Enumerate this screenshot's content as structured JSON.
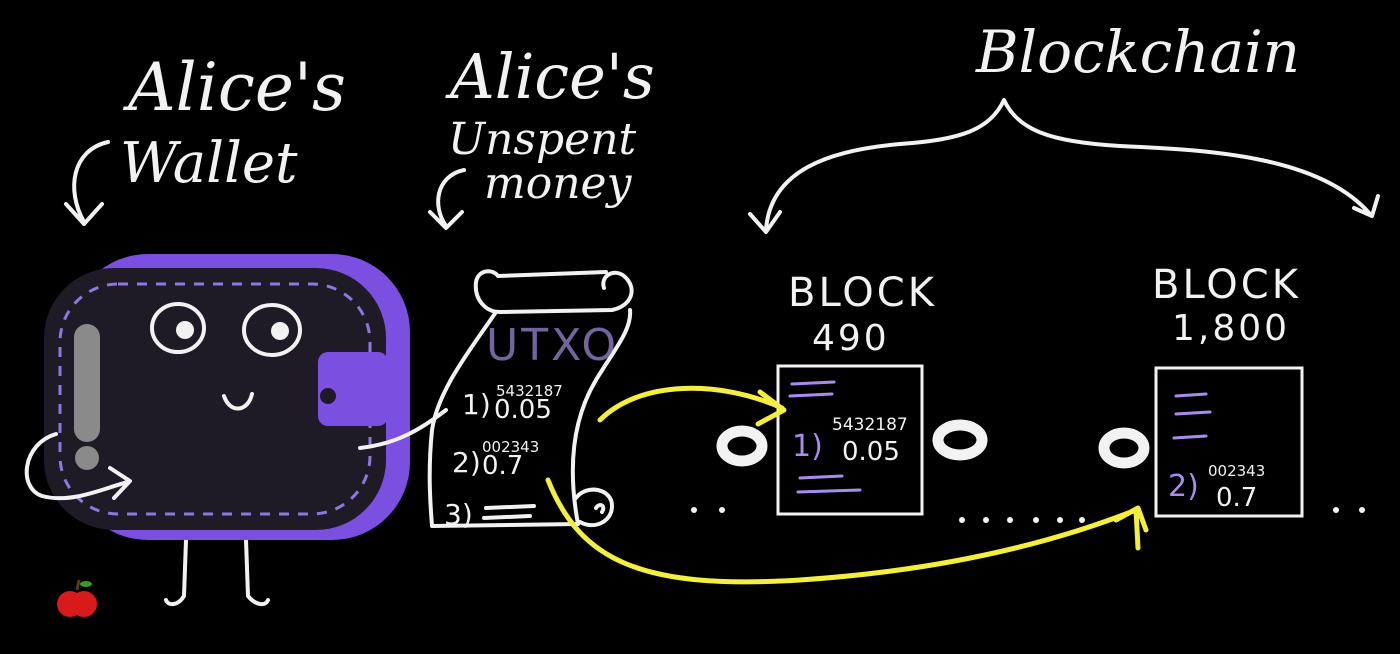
{
  "labels": {
    "wallet_line1": "Alice's",
    "wallet_line2": "Wallet",
    "unspent_line1": "Alice's",
    "unspent_line2": "Unspent",
    "unspent_line3": "money",
    "blockchain": "Blockchain"
  },
  "utxo": {
    "title": "UTXO",
    "entries": [
      {
        "index": "1)",
        "id": "5432187",
        "amount": "0.05"
      },
      {
        "index": "2)",
        "id": "002343",
        "amount": "0.7"
      },
      {
        "index": "3)"
      }
    ]
  },
  "blocks": [
    {
      "label": "BLOCK",
      "number": "490",
      "entry_index": "1)",
      "entry_id": "5432187",
      "entry_amount": "0.05"
    },
    {
      "label": "BLOCK",
      "number": "1,800",
      "entry_index": "2)",
      "entry_id": "002343",
      "entry_amount": "0.7"
    }
  ],
  "colors": {
    "background": "#000000",
    "ink": "#f2f2f2",
    "wallet_purple": "#7b4fe0",
    "accent_lavender": "#a98bf0",
    "arrow_yellow": "#f3ef3c",
    "apple_red": "#d91a1a"
  }
}
